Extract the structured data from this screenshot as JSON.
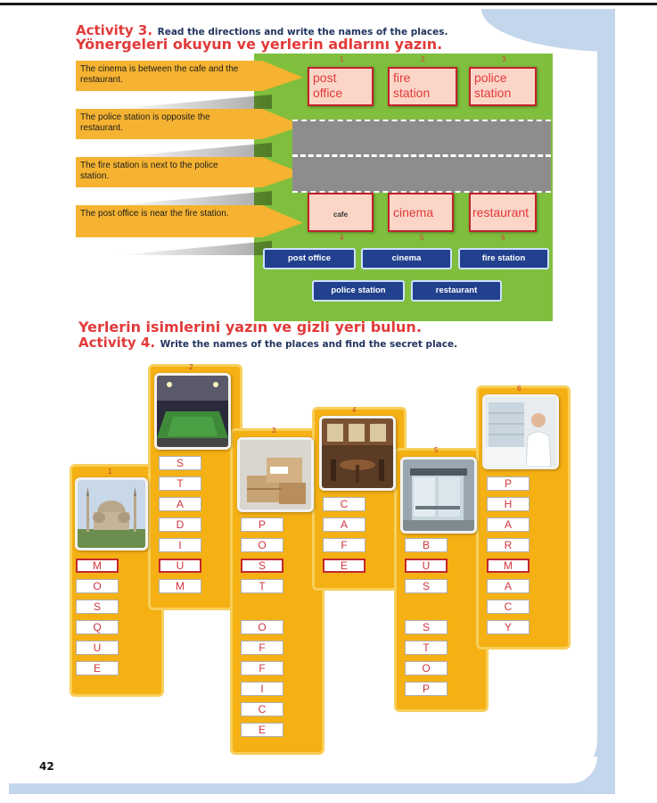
{
  "activity3": {
    "label": "Activity 3.",
    "instruction_en": "Read the directions and write the names of the places.",
    "instruction_tr": "Yönergeleri okuyun ve yerlerin adlarını yazın.",
    "clues": [
      "The cinema is between the cafe and the restaurant.",
      "The police station is opposite the restaurant.",
      "The fire station is next to the police station.",
      "The post office is near the fire station."
    ],
    "top_numbers": [
      "1",
      "2",
      "3"
    ],
    "top_buildings": [
      {
        "line1": "post",
        "line2": "office"
      },
      {
        "line1": "fire",
        "line2": "station"
      },
      {
        "line1": "police",
        "line2": "station"
      }
    ],
    "bottom_numbers": [
      "4",
      "5",
      "6"
    ],
    "bottom_buildings": [
      "cafe",
      "cinema",
      "restaurant"
    ],
    "word_bank": [
      "post office",
      "cinema",
      "fire station",
      "police station",
      "restaurant"
    ]
  },
  "activity4": {
    "label": "Activity 4.",
    "instruction_en": "Write the names of the places and find the secret place.",
    "instruction_tr": "Yerlerin isimlerini yazın ve gizli yeri bulun.",
    "columns": [
      {
        "number": "1",
        "top_letters": [
          "M"
        ],
        "bottom_letters": [
          "O",
          "S",
          "Q",
          "U",
          "E"
        ]
      },
      {
        "number": "2",
        "top_letters": [
          "S",
          "T",
          "A",
          "D",
          "I",
          "U"
        ],
        "bottom_letters": [
          "M"
        ]
      },
      {
        "number": "3",
        "top_letters": [
          "P",
          "O",
          "S"
        ],
        "bottom_letters": [
          "T",
          "",
          "O",
          "F",
          "F",
          "I",
          "C",
          "E"
        ]
      },
      {
        "number": "4",
        "top_letters": [
          "C",
          "A",
          "F",
          "E"
        ],
        "bottom_letters": []
      },
      {
        "number": "5",
        "top_letters": [
          "B",
          "U"
        ],
        "bottom_letters": [
          "S",
          "",
          "S",
          "T",
          "O",
          "P"
        ]
      },
      {
        "number": "6",
        "top_letters": [
          "P",
          "H",
          "A",
          "R",
          "M"
        ],
        "bottom_letters": [
          "A",
          "C",
          "Y"
        ]
      }
    ]
  },
  "page_number": "42"
}
